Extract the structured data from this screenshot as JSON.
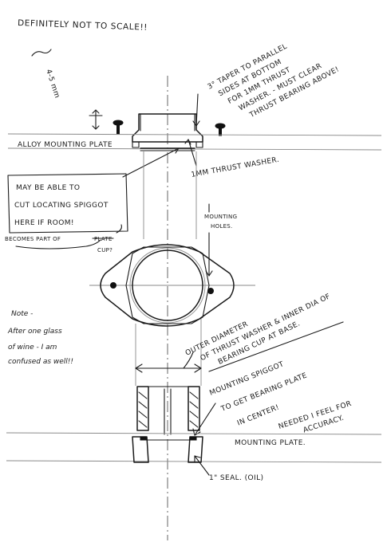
{
  "title": "DEFINITELY NOT TO SCALE!!",
  "dimension_top": "4-5 mm",
  "taper_note": [
    "3° TAPER TO PARALLEL",
    "SIDES AT BOTTOM",
    "FOR 1MM THRUST",
    "WASHER. - MUST CLEAR",
    "THRUST BEARING ABOVE!"
  ],
  "alloy_plate_label": "ALLOY MOUNTING PLATE",
  "thrust_washer_label": "1MM THRUST WASHER.",
  "spigot_box": [
    "MAY BE ABLE TO",
    "CUT LOCATING SPIGGOT",
    "HERE IF ROOM!"
  ],
  "becomes_part": [
    "BECOMES PART OF",
    "PLATE",
    "CUP?"
  ],
  "mounting_holes_label": [
    "MOUNTING",
    "HOLES."
  ],
  "note_lines": [
    "Note -",
    "After one glass",
    "of wine - I am",
    "confused as well!!"
  ],
  "outer_diameter_note": [
    "OUTER DIAMETER",
    "OF THRUST WASHER & INNER DIA OF",
    "BEARING CUP AT BASE."
  ],
  "mounting_spigot_note": [
    "MOUNTING SPIGGOT",
    "TO GET BEARING PLATE",
    "IN CENTER!",
    "NEEDED I FEEL FOR",
    "ACCURACY."
  ],
  "mounting_plate_label": "MOUNTING PLATE.",
  "seal_label": "1\" SEAL. (OIL)"
}
